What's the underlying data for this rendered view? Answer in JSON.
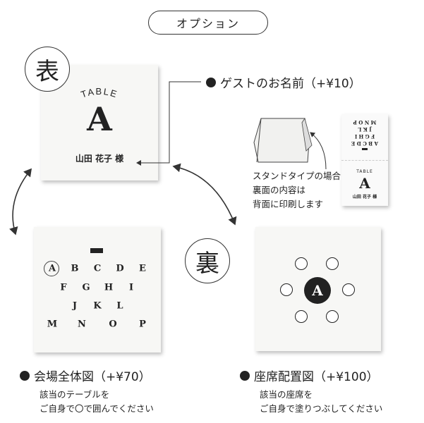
{
  "header": {
    "option_label": "オプション"
  },
  "front": {
    "badge": "表",
    "table_word": "TABLE",
    "table_letter": "A",
    "guest_name": "山田 花子 様",
    "option_label": "ゲストのお名前（+¥10）"
  },
  "stand": {
    "note_line1": "スタンドタイプの場合",
    "note_line2": "裏面の内容は",
    "note_line3": "背面に印刷します",
    "mini_table_word": "TABLE",
    "mini_letter": "A",
    "mini_name": "山田 花子 様"
  },
  "back": {
    "badge": "裏"
  },
  "venue_map": {
    "letters": [
      [
        "A",
        "B",
        "C",
        "D",
        "E"
      ],
      [
        "F",
        "G",
        "H",
        "I"
      ],
      [
        "J",
        "K",
        "L"
      ],
      [
        "M",
        "N",
        "O",
        "P"
      ]
    ],
    "circled_letter": "A",
    "option_label": "会場全体図（+¥70）",
    "note_line1": "該当のテーブルを",
    "note_line2": "ご自身で〇で囲んでください"
  },
  "seating": {
    "center_letter": "A",
    "option_label": "座席配置図（+¥100）",
    "note_line1": "該当の座席を",
    "note_line2": "ご自身で塗りつぶしてください"
  },
  "colors": {
    "ink": "#222222",
    "card": "#f7f7f5"
  }
}
